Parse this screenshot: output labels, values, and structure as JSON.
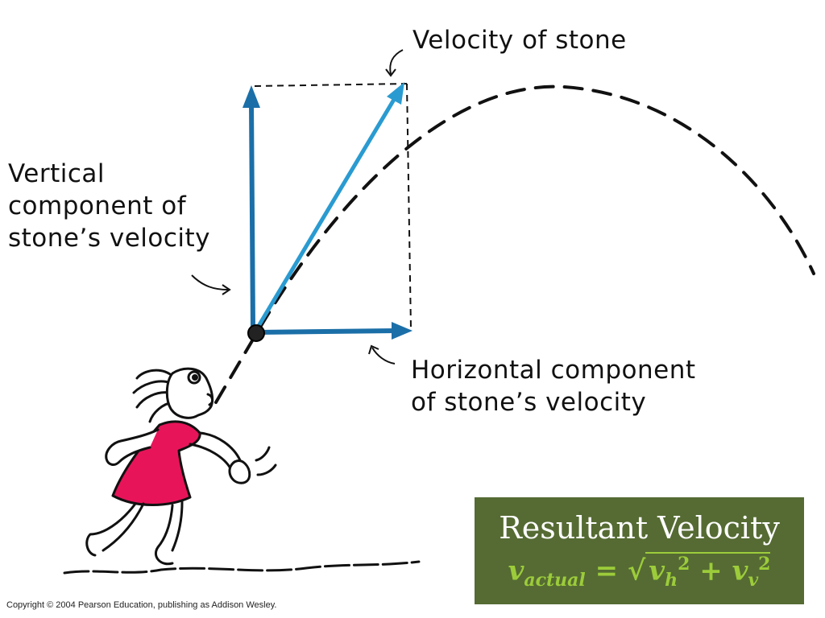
{
  "labels": {
    "velocity": "Velocity of stone",
    "vertical": [
      "Vertical",
      "component of",
      "stone’s velocity"
    ],
    "horizontal": [
      "Horizontal component",
      "of stone’s velocity"
    ]
  },
  "box": {
    "title": "Resultant Velocity",
    "formula": {
      "lhs": "v",
      "lhs_sub": "actual",
      "eq": "=",
      "root": "√",
      "t1": "v",
      "t1_sub": "h",
      "t1_sup": "2",
      "plus": "+",
      "t2": "v",
      "t2_sub": "v",
      "t2_sup": "2"
    }
  },
  "copyright": "Copyright © 2004 Pearson Education, publishing as Addison Wesley.",
  "colors": {
    "vector_dark": "#1b6fa8",
    "vector_light": "#2a9bd1",
    "dress": "#e8145a",
    "box_bg": "#556b33",
    "formula": "#9ccc3a"
  }
}
